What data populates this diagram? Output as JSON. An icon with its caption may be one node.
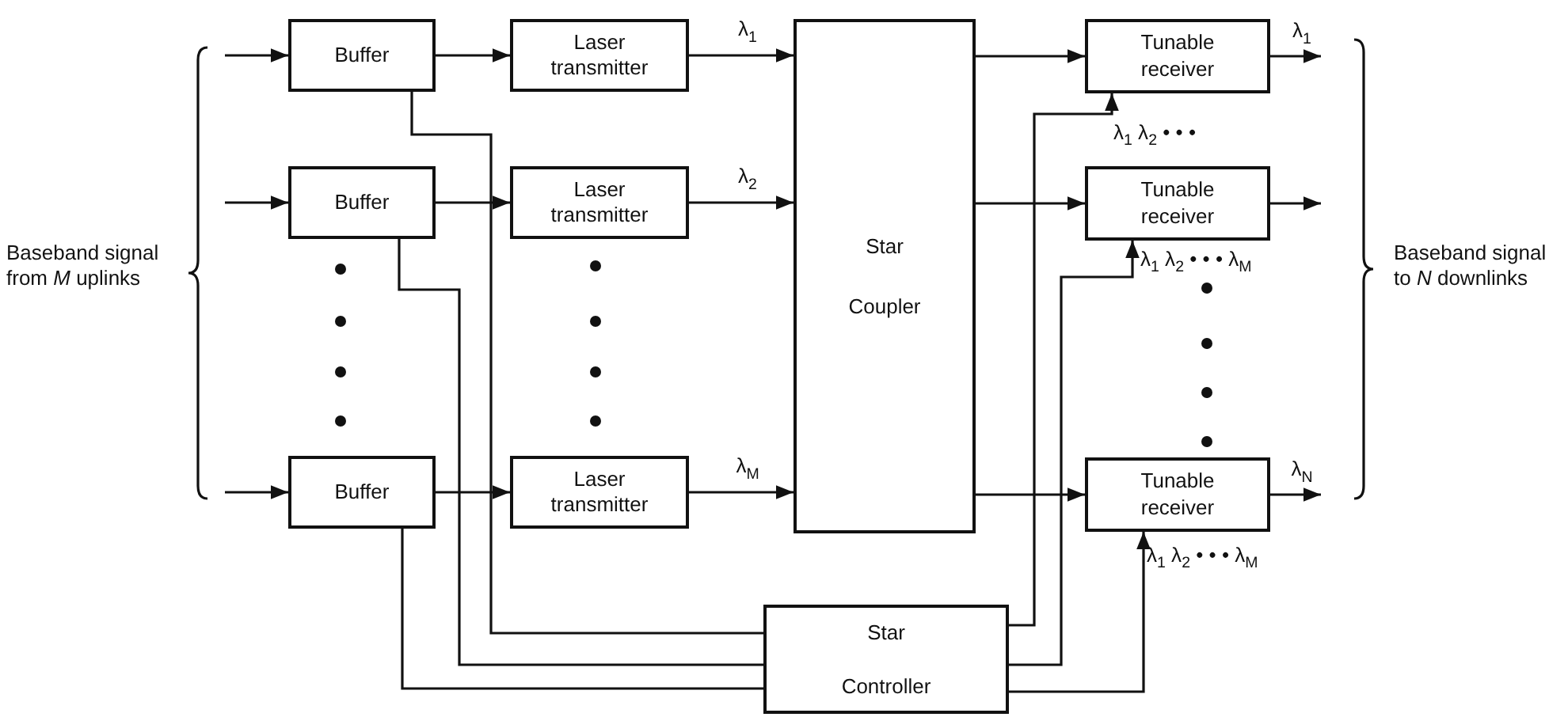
{
  "diagram": {
    "nodes": [
      {
        "text": [
          "Buffer"
        ]
      },
      {
        "text": [
          "Laser transmitter"
        ]
      },
      {
        "text": [
          "Star Coupler"
        ]
      },
      {
        "text": [
          "Tunable receiver"
        ]
      },
      {
        "text": [
          "Buffer"
        ]
      },
      {
        "text": [
          "Laser transmitter"
        ]
      },
      {
        "text": [
          "Tunable receiver"
        ]
      },
      {
        "text": [
          "Buffer"
        ]
      },
      {
        "text": [
          "Laser transmitter"
        ]
      },
      {
        "text": [
          "Tunable receiver"
        ]
      },
      {
        "text": [
          "Star Controller"
        ]
      }
    ],
    "edges": [
      {
        "from": null,
        "to": 0,
        "arrow": "to"
      },
      {
        "from": null,
        "to": 4,
        "arrow": "to"
      },
      {
        "from": null,
        "to": 7,
        "arrow": "to"
      },
      {
        "from": 0,
        "to": 1,
        "arrow": "to"
      },
      {
        "from": 4,
        "to": 5,
        "arrow": "to"
      },
      {
        "from": 7,
        "to": 8,
        "arrow": "to"
      },
      {
        "from": 1,
        "to": 2,
        "arrow": "to",
        "label": "λ$_{1}$"
      },
      {
        "from": 5,
        "to": 2,
        "arrow": "to",
        "label": "λ$_{2}$"
      },
      {
        "from": 8,
        "to": 2,
        "arrow": "to",
        "label": "λ$_{M}$"
      },
      {
        "from": 2,
        "to": 3,
        "arrow": "to"
      },
      {
        "from": 2,
        "to": 6,
        "arrow": "to"
      },
      {
        "from": 2,
        "to": 9,
        "arrow": "to"
      },
      {
        "from": 3,
        "to": null,
        "arrow": "to",
        "label": "λ$_{1}$"
      },
      {
        "from": 6,
        "to": null,
        "arrow": "to"
      },
      {
        "from": 9,
        "to": null,
        "arrow": "to",
        "label": "λ$_{N}$"
      },
      {
        "from": 0,
        "to": 10,
        "arrow": "none"
      },
      {
        "from": 4,
        "to": 10,
        "arrow": "none"
      },
      {
        "from": 7,
        "to": 10,
        "arrow": "none"
      },
      {
        "from": 10,
        "to": 3,
        "arrow": "to"
      },
      {
        "from": 10,
        "to": 6,
        "arrow": "to"
      },
      {
        "from": 10,
        "to": 9,
        "arrow": "to"
      }
    ],
    "labels": [
      "Baseband signal from *M* uplinks",
      "λ$_{1}$ λ$_{2}$ • • •",
      "λ$_{1}$ λ$_{2}$ • • • λ$_{M}$",
      "λ$_{1}$ λ$_{2}$ • • • λ$_{M}$",
      "Baseband signal to *N* downlinks"
    ]
  }
}
